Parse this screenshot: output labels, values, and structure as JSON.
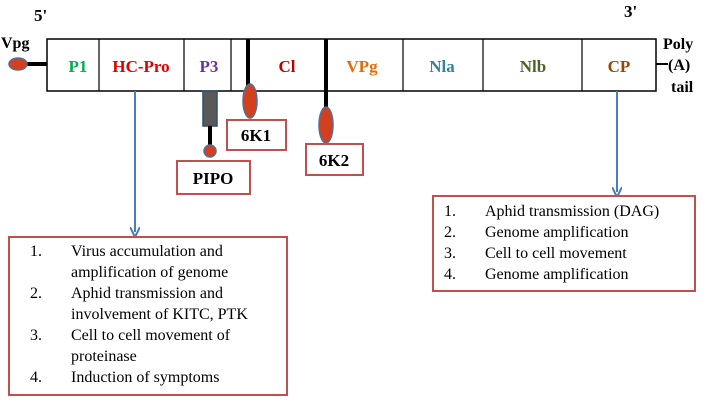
{
  "ends": {
    "five_prime": "5'",
    "three_prime": "3'",
    "vpg_left": "Vpg",
    "poly_a_tail": [
      "Poly",
      "(A)",
      "tail"
    ]
  },
  "genome_segments": [
    {
      "label": "P1",
      "color": "#00b050"
    },
    {
      "label": "HC-Pro",
      "color": "#e00000"
    },
    {
      "label": "P3",
      "color": "#7030a0"
    },
    {
      "label": "Cl",
      "color": "#c00000"
    },
    {
      "label": "VPg",
      "color": "#e46c0a"
    },
    {
      "label": "Nla",
      "color": "#31849b"
    },
    {
      "label": "Nlb",
      "color": "#4f6228"
    },
    {
      "label": "CP",
      "color": "#984806"
    }
  ],
  "peptides": {
    "six_k1": "6K1",
    "six_k2": "6K2",
    "pipo": "PIPO"
  },
  "hc_pro_functions": [
    {
      "num": "1.",
      "text": "Virus accumulation and amplification of genome"
    },
    {
      "num": "2.",
      "text": "Aphid transmission and involvement of KITC, PTK"
    },
    {
      "num": "3.",
      "text": "Cell to cell movement of proteinase"
    },
    {
      "num": "4.",
      "text": "Induction of symptoms"
    }
  ],
  "cp_functions": [
    {
      "num": "1.",
      "text": "Aphid transmission (DAG)"
    },
    {
      "num": "2.",
      "text": "Genome amplification"
    },
    {
      "num": "3.",
      "text": "Cell to cell movement"
    },
    {
      "num": "4.",
      "text": "Genome amplification"
    }
  ],
  "colors": {
    "box_border": "#c0504d",
    "oval_fill": "#d2401e",
    "oval_stroke": "#4f6f9f",
    "arrow": "#4a7cc0",
    "p3_bar": "#595959"
  }
}
